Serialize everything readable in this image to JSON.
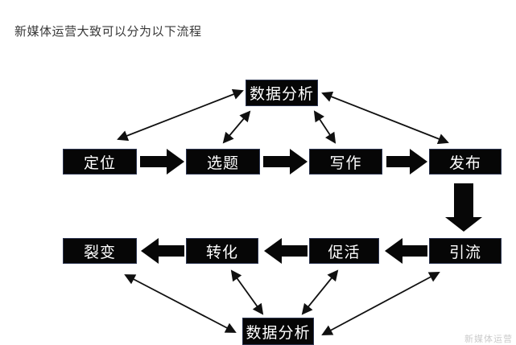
{
  "title": "新媒体运营大致可以分为以下流程",
  "watermark": "新媒体运营",
  "colors": {
    "background": "#ffffff",
    "box_bg": "#060606",
    "box_text": "#ffffff",
    "arrow": "#070707",
    "title_text": "#383838",
    "watermark_text": "#cbcbcb"
  },
  "diagram": {
    "nodes": {
      "analysis_top": {
        "label": "数据分析"
      },
      "positioning": {
        "label": "定位"
      },
      "topic": {
        "label": "选题"
      },
      "writing": {
        "label": "写作"
      },
      "publish": {
        "label": "发布"
      },
      "traffic": {
        "label": "引流"
      },
      "activation": {
        "label": "促活"
      },
      "conversion": {
        "label": "转化"
      },
      "fission": {
        "label": "裂变"
      },
      "analysis_bottom": {
        "label": "数据分析"
      }
    },
    "edges": [
      {
        "from": "定位",
        "to": "选题",
        "style": "block-arrow"
      },
      {
        "from": "选题",
        "to": "写作",
        "style": "block-arrow"
      },
      {
        "from": "写作",
        "to": "发布",
        "style": "block-arrow"
      },
      {
        "from": "发布",
        "to": "引流",
        "style": "block-arrow"
      },
      {
        "from": "引流",
        "to": "促活",
        "style": "block-arrow"
      },
      {
        "from": "促活",
        "to": "转化",
        "style": "block-arrow"
      },
      {
        "from": "转化",
        "to": "裂变",
        "style": "block-arrow"
      },
      {
        "from": "数据分析(上)",
        "to": "定位",
        "style": "double-headed-line"
      },
      {
        "from": "数据分析(上)",
        "to": "选题",
        "style": "double-headed-line"
      },
      {
        "from": "数据分析(上)",
        "to": "写作",
        "style": "double-headed-line"
      },
      {
        "from": "数据分析(上)",
        "to": "发布",
        "style": "double-headed-line"
      },
      {
        "from": "数据分析(下)",
        "to": "裂变",
        "style": "double-headed-line"
      },
      {
        "from": "数据分析(下)",
        "to": "转化",
        "style": "double-headed-line"
      },
      {
        "from": "数据分析(下)",
        "to": "促活",
        "style": "double-headed-line"
      },
      {
        "from": "数据分析(下)",
        "to": "引流",
        "style": "double-headed-line"
      }
    ]
  }
}
